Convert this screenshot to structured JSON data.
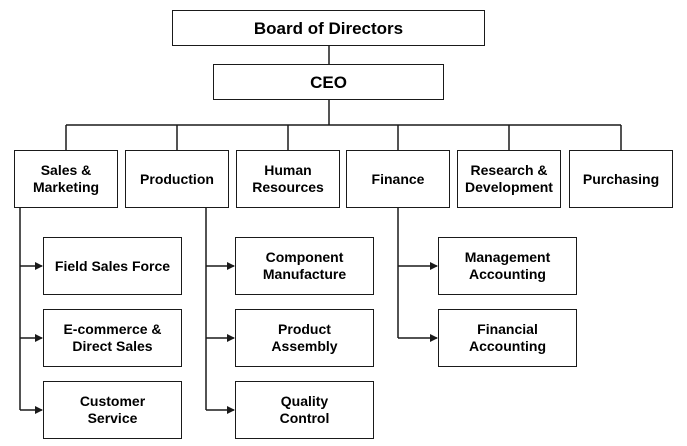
{
  "board": "Board of Directors",
  "ceo": "CEO",
  "departments": {
    "sales": "Sales &\nMarketing",
    "production": "Production",
    "hr": "Human\nResources",
    "finance": "Finance",
    "rnd": "Research &\nDevelopment",
    "purchasing": "Purchasing"
  },
  "sub_units": {
    "field_sales": "Field Sales Force",
    "ecommerce": "E-commerce &\nDirect Sales",
    "customer_service": "Customer\nService",
    "component_manufacture": "Component\nManufacture",
    "product_assembly": "Product\nAssembly",
    "quality_control": "Quality\nControl",
    "management_accounting": "Management\nAccounting",
    "financial_accounting": "Financial\nAccounting"
  }
}
